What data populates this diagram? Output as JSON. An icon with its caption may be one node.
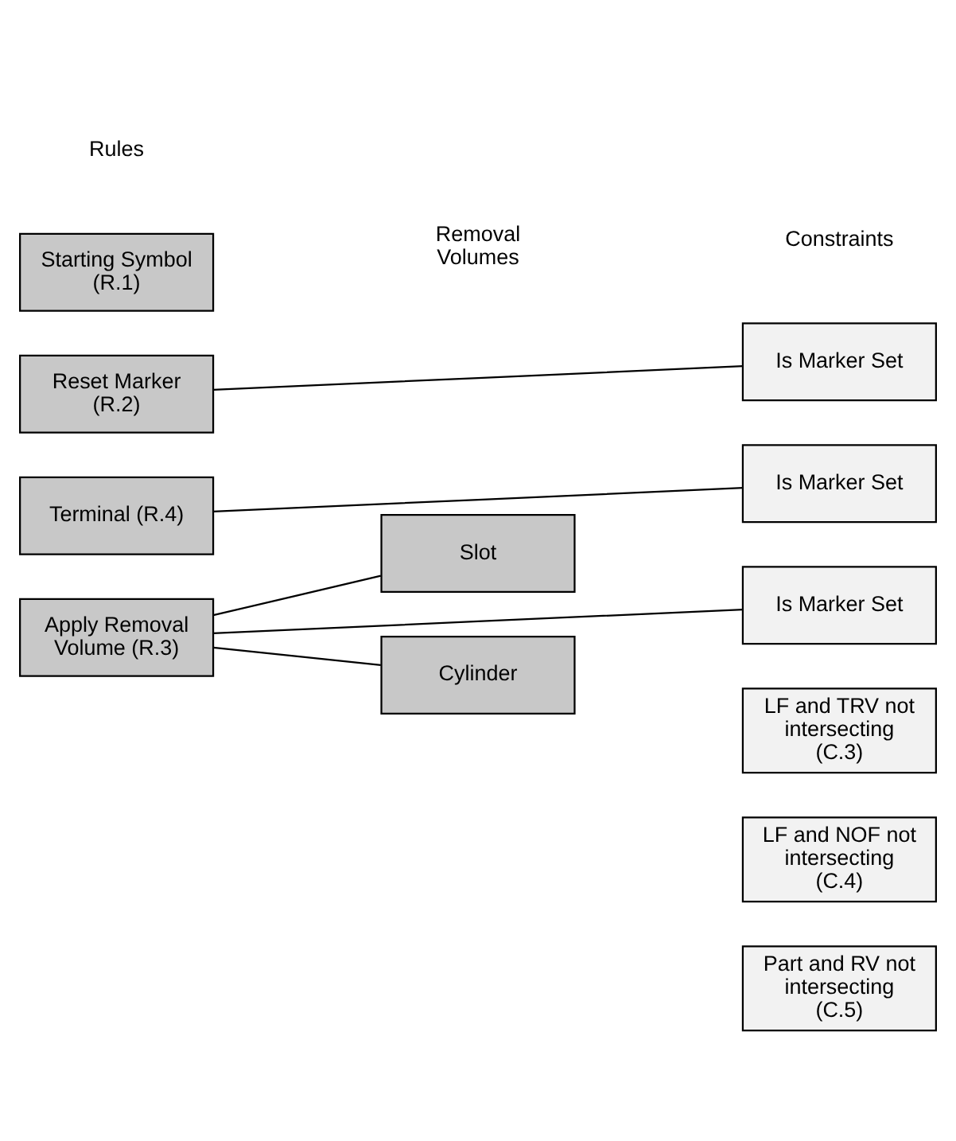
{
  "diagram": {
    "nodes": [
      {
        "text": [
          "Starting Symbol (R.1)"
        ]
      },
      {
        "text": [
          "Reset Marker (R.2)"
        ]
      },
      {
        "text": [
          "Is Marker Set"
        ]
      },
      {
        "text": [
          "Terminal (R.4)"
        ]
      },
      {
        "text": [
          "Is Marker Set"
        ]
      },
      {
        "text": [
          "Apply Removal Volume (R.3)"
        ]
      },
      {
        "text": [
          "Is Marker Set"
        ]
      },
      {
        "text": [
          "LF and TRV not intersecting (C.3)"
        ]
      },
      {
        "text": [
          "Slot"
        ]
      },
      {
        "text": [
          "LF and NOF not intersecting (C.4)"
        ]
      },
      {
        "text": [
          "Cylinder"
        ]
      },
      {
        "text": [
          "Part and RV not intersecting (C.5)"
        ]
      }
    ],
    "edges": [
      {
        "from": 1,
        "to": 2,
        "arrow": "none"
      },
      {
        "from": 3,
        "to": 4,
        "arrow": "none"
      },
      {
        "from": 5,
        "to": 6,
        "arrow": "none"
      },
      {
        "from": 5,
        "to": 8,
        "arrow": "none"
      },
      {
        "from": 5,
        "to": 10,
        "arrow": "none"
      }
    ],
    "labels": [
      "Rules",
      "Removal Volumes",
      "Constraints"
    ]
  }
}
